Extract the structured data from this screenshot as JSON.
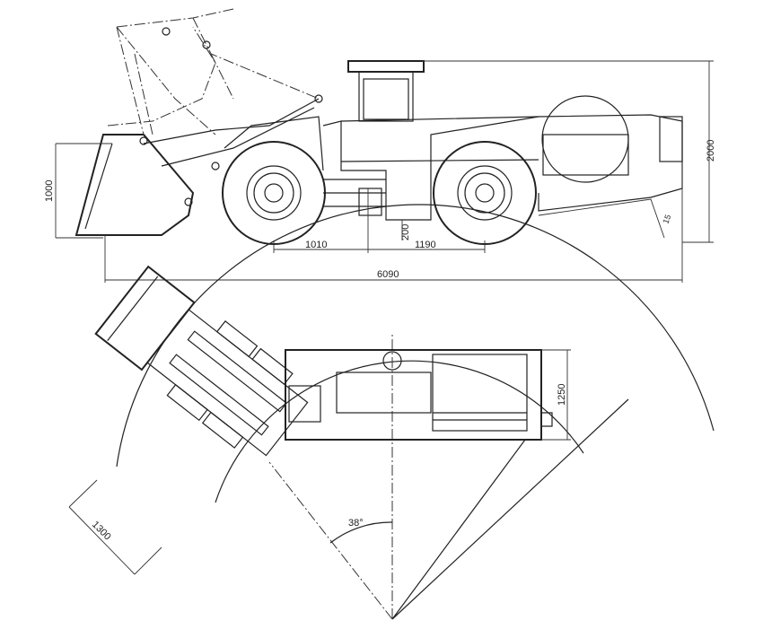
{
  "side_view": {
    "dimensions": {
      "bucket_height": "1000",
      "overall_height": "2000",
      "front_axle_to_pivot": "1010",
      "ground_clearance": "200",
      "pivot_to_rear_axle": "1190",
      "overall_length": "6090",
      "departure_angle": "15"
    }
  },
  "top_view": {
    "dimensions": {
      "body_width": "1250",
      "bucket_width": "1300",
      "articulation_angle": "38°"
    }
  }
}
